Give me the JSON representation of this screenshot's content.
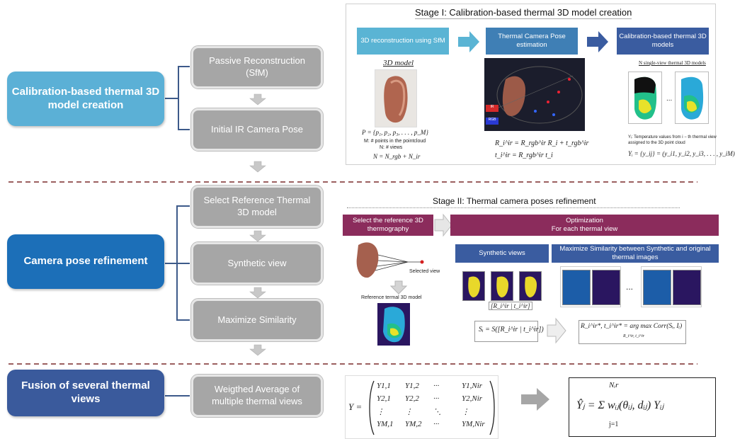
{
  "left": {
    "stage1": "Calibration-based thermal 3D model creation",
    "stage2": "Camera pose refinement",
    "stage3": "Fusion of several thermal views"
  },
  "steps": {
    "passive": "Passive Reconstruction (SfM)",
    "initial": "Initial IR Camera Pose",
    "select": "Select Reference Thermal 3D model",
    "synthetic": "Synthetic view",
    "maximize": "Maximize Similarity",
    "weighted": "Weigthed Average of multiple thermal views"
  },
  "stage1": {
    "title": "Stage I: Calibration-based thermal 3D model creation",
    "box1": "3D reconstruction using SfM",
    "box2": "Thermal Camera Pose estimation",
    "box3": "Calibration-based thermal 3D models",
    "model_label": "3D model",
    "p_eq": "P = {p₁, p₂, p₃, . . . , p_M}",
    "m_note": "M: # points in the pointcloud",
    "n_note": "N: # views",
    "n_eq": "N = N_rgb + N_ir",
    "r_eq": "R_i^ir = R_rgb^ir R_i + t_rgb^ir",
    "t_eq": "t_i^ir = R_rgb^ir t_i",
    "single_view": "N single-view thermal 3D models",
    "ellipsis": "...",
    "yi_note1": "Yᵢ: Temperature values from i − th thermal view",
    "yi_note2": "assigned to the 3D point cloud",
    "yi_eq": "Yᵢ = {y_ij} = (y_i1, y_i2, y_i3, . . . , y_iM)",
    "badge_ir": "IR",
    "badge_rgb": "RGB"
  },
  "stage2": {
    "title": "Stage II: Thermal camera poses refinement",
    "select_box": "Select the reference 3D thermography",
    "opt_box_1": "Optimization",
    "opt_box_2": "For each thermal view",
    "synthetic_box": "Synthetic views",
    "maxsim_box": "Maximize Similarity between Synthetic and original thermal images",
    "selected_view": "Selected view",
    "reference_label": "Reference termal 3D model",
    "rt_label": "[R_i^ir | t_i^ir]",
    "s_eq": "Sᵢ = S([R_i^ir | t_i^ir])",
    "argmax_eq": "R_i^ir*, t_i^ir* = arg max Corr(Sᵢ, Iᵢ)",
    "argmax_sub": "R_i^ir, t_i^ir",
    "ellipsis": "..."
  },
  "stage3": {
    "matrix_lhs": "Y =",
    "matrix_rows": [
      [
        "Y1,1",
        "Y1,2",
        "···",
        "Y1,Nir"
      ],
      [
        "Y2,1",
        "Y2,2",
        "···",
        "Y2,Nir"
      ],
      [
        "⋮",
        "⋮",
        "⋱",
        "⋮"
      ],
      [
        "YM,1",
        "YM,2",
        "···",
        "YM,Nir"
      ]
    ],
    "fusion_eq": "Ŷⱼ = Σ wᵢⱼ(θᵢⱼ, dᵢⱼ) Yᵢⱼ",
    "sum_top": "Nᵢr",
    "sum_bottom": "j=1"
  },
  "colors": {
    "stage1_blue": "#5bb0d6",
    "stage2_blue": "#1c6fb8",
    "stage3_blue": "#3a5a9c",
    "step_grey": "#a6a6a6",
    "connector": "#3d5a8a",
    "dashed": "#7a2a2a",
    "purple": "#8b2c5c",
    "sky_header": "#5ab4d4",
    "mid_header": "#3f7fb5",
    "dark_header": "#3a5ca0"
  }
}
